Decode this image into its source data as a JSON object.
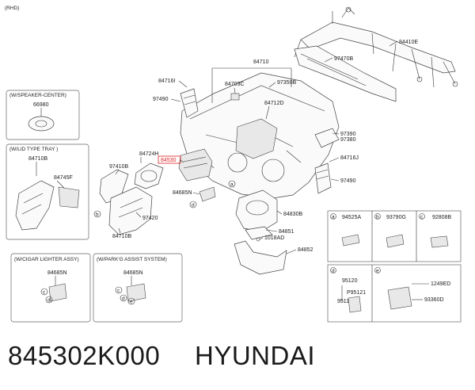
{
  "note": "(RHD)",
  "labels": {
    "p84410E": "84410E",
    "p97470B": "97470B",
    "p84710": "84710",
    "p84716I": "84716I",
    "p84703C": "84703C",
    "p97350B": "97350B",
    "p97490a": "97490",
    "p84712D": "84712D",
    "p97390": "97390",
    "p97380": "97380",
    "p84724H": "84724H",
    "p84530": "84530",
    "p84716J": "84716J",
    "p97410B": "97410B",
    "p97490b": "97490",
    "p84685N": "84685N",
    "p84830B": "84830B",
    "p97420": "97420",
    "p84710B": "84710B",
    "p84851": "84851",
    "p1018AD": "1018AD",
    "p84852": "84852"
  },
  "insets": {
    "speaker": {
      "title": "(W/SPEAKER-CENTER)",
      "part": "66980"
    },
    "lidtray": {
      "title": "(W/LID TYPE TRAY )",
      "part1": "84710B",
      "part2": "84745F"
    },
    "cigar": {
      "title": "(W/CIGAR LIGHTER ASSY)",
      "part": "84685N",
      "c": "c",
      "d": "d"
    },
    "park": {
      "title": "(W/PARK'G ASSIST SYSTEM)",
      "part": "84685N",
      "c": "c",
      "d": "d",
      "e": "e"
    }
  },
  "table": {
    "a": {
      "letter": "a",
      "part": "94525A"
    },
    "b": {
      "letter": "b",
      "part": "93790G"
    },
    "c": {
      "letter": "c",
      "part": "92808B"
    },
    "d": {
      "letter": "d",
      "p1": "95120",
      "p2": "P95121",
      "p3": "95110"
    },
    "e": {
      "letter": "e",
      "p1": "1249ED",
      "p2": "93360D"
    }
  },
  "callouts": {
    "a": "a",
    "b": "b",
    "d": "d"
  },
  "footer": {
    "part_number": "845302K000",
    "brand": "HYUNDAI"
  }
}
